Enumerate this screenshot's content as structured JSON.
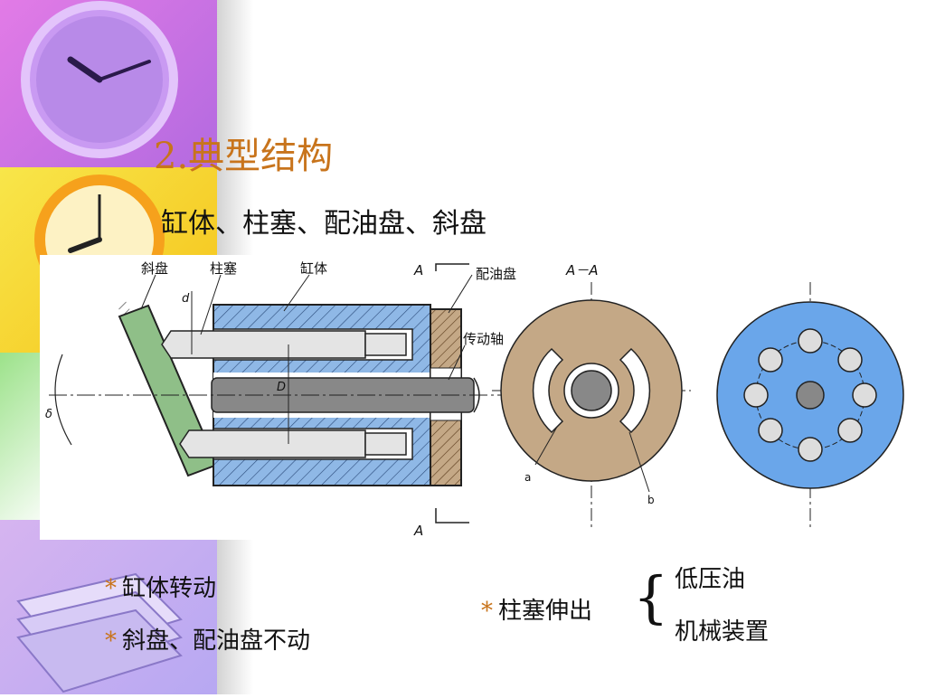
{
  "slide": {
    "title": "2.典型结构",
    "subtitle": "缸体、柱塞、配油盘、斜盘"
  },
  "diagram": {
    "labels": {
      "swashplate": "斜盘",
      "plunger": "柱塞",
      "cylinder": "缸体",
      "valve_plate": "配油盘",
      "section_a_top": "A",
      "section_a_bottom": "A",
      "section_view": "A－A",
      "drive_shaft": "传动轴",
      "d_small": "d",
      "d_big": "D",
      "delta": "δ",
      "port_a": "a",
      "port_b": "b"
    }
  },
  "bullets": {
    "left": [
      "缸体转动",
      "斜盘、配油盘不动"
    ],
    "right_main": "柱塞伸出",
    "right_options": [
      "低压油",
      "机械装置"
    ]
  },
  "colors": {
    "title": "#c8741c",
    "hatch_blue": "#8fb8e6",
    "valve_brown": "#c4a886",
    "swash_green": "#8fbf88",
    "rotor_blue": "#6aa6ea"
  }
}
